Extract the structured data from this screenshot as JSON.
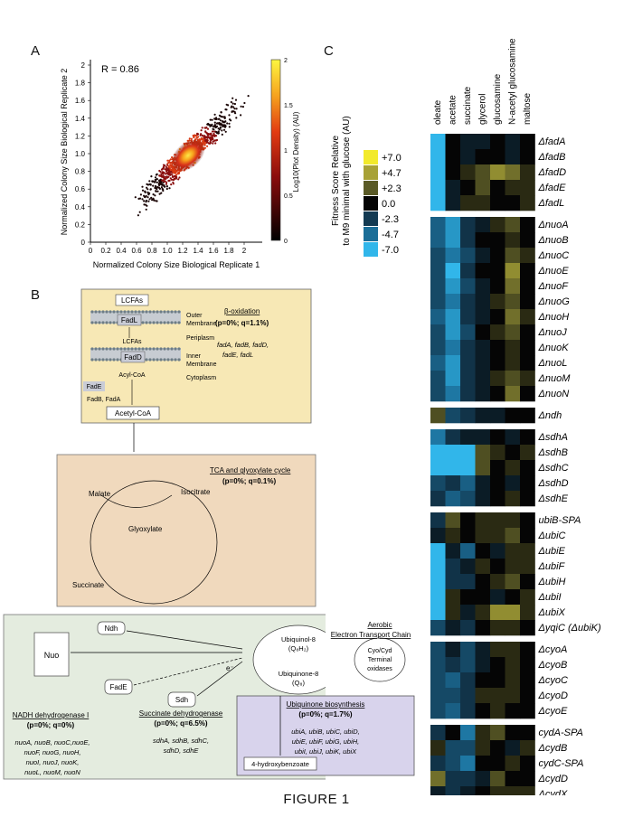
{
  "figure_caption": "FIGURE 1",
  "panel_a": {
    "label": "A",
    "r_text": "R = 0.86",
    "xlabel": "Normalized Colony Size Biological Replicate 1",
    "ylabel": "Normalized Colony Size Biological Replicate 2",
    "colorbar_label": "Log10(Plot Density) (AU)",
    "xticks": [
      "0",
      "0.2",
      "0.4",
      "0.6",
      "0.8",
      "1.0",
      "1.2",
      "1.4",
      "1.6",
      "1.8",
      "2"
    ],
    "yticks": [
      "0",
      "0.2",
      "0.4",
      "0.6",
      "0.8",
      "1.0",
      "1.2",
      "1.4",
      "1.6",
      "1.8",
      "2"
    ],
    "cbar_ticks": [
      "0",
      "0.5",
      "1",
      "1.5",
      "2"
    ]
  },
  "panel_b": {
    "label": "B",
    "beta": {
      "lcfas_top": "LCFAs",
      "outer_membrane": "Outer\nMembrane",
      "fadl": "FadL",
      "periplasm": "Periplasm",
      "lcfas_mid": "LCFAs",
      "fadd": "FadD",
      "inner_membrane": "Inner\nMembrane",
      "acylcoa": "Acyl-CoA",
      "cytoplasm": "Cytoplasm",
      "fade": "FadE",
      "fadb_fada": "FadB, FadA",
      "acetylcoa": "Acetyl-CoA",
      "title": "β-oxidation",
      "stats": "(p=0%; q=1.1%)",
      "genes1": "fadA, fadB, fadD,",
      "genes2": "fadE, fadL"
    },
    "tca": {
      "title": "TCA and glyoxylate cycle",
      "stats": "(p=0%; q=0.1%)",
      "malate": "Malate",
      "isocitrate": "Isocitrate",
      "glyoxylate": "Glyoxylate",
      "succinate": "Succinate"
    },
    "etc": {
      "nuo": "Nuo",
      "ndh": "Ndh",
      "fade": "FadE",
      "sdh": "Sdh",
      "eminus1": "e⁻",
      "eminus2": "e⁻",
      "ubiquinol": "Ubiquinol-8",
      "qh2": "(Q₈H₂)",
      "ubiquinone": "Ubiquinone-8",
      "q8": "(Q₈)",
      "terminal1": "Cyo/Cyd",
      "terminal2": "Terminal",
      "terminal3": "oxidases",
      "aerobic1": "Aerobic",
      "aerobic2": "Electron Transport Chain",
      "nadh_title": "NADH dehydrogenase I",
      "nadh_stats": "(p=0%; q=0%)",
      "nadh_genes1": "nuoA, nuoB, nuoC,nuoE,",
      "nadh_genes2": "nuoF, nuoG, nuoH,",
      "nadh_genes3": "nuoI, nuoJ, nuoK,",
      "nadh_genes4": "nuoL, nuoM, nuoN",
      "sdh_title": "Succinate dehydrogenase",
      "sdh_stats": "(p=0%; q=6.5%)",
      "sdh_genes1": "sdhA, sdhB, sdhC,",
      "sdh_genes2": "sdhD, sdhE",
      "ubi_title": "Ubiquinone biosynthesis",
      "ubi_stats": "(p=0%; q=1.7%)",
      "ubi_genes1": "ubiA, ubiB, ubiC, ubiD,",
      "ubi_genes2": "ubiE, ubiF, ubiG, ubiH,",
      "ubi_genes3": "ubiI, ubiJ, ubiK, ubiX",
      "hydroxy": "4-hydroxybenzoate"
    }
  },
  "panel_c": {
    "label": "C",
    "legend_title": "Fitness Score Relative\nto M9 minimal with glucose (AU)",
    "legend_items": [
      {
        "label": "+7.0",
        "color": "#f2ea2c"
      },
      {
        "label": "+4.7",
        "color": "#a8a236"
      },
      {
        "label": "+2.3",
        "color": "#5a5a26"
      },
      {
        "label": "0.0",
        "color": "#050505"
      },
      {
        "label": "-2.3",
        "color": "#133a52"
      },
      {
        "label": "-4.7",
        "color": "#1b6e98"
      },
      {
        "label": "-7.0",
        "color": "#31b6ea"
      }
    ],
    "conditions": [
      "oleate",
      "acetate",
      "succinate",
      "glycerol",
      "glucosamine",
      "N-acetyl glucosamine",
      "maltose"
    ],
    "groups": [
      {
        "rows": [
          {
            "gene": "ΔfadA",
            "v": [
              -7,
              0,
              -1,
              -1,
              0,
              -1,
              0
            ]
          },
          {
            "gene": "ΔfadB",
            "v": [
              -7,
              0,
              -1,
              0,
              0,
              -1,
              0
            ]
          },
          {
            "gene": "ΔfadD",
            "v": [
              -7,
              0,
              1,
              2,
              4,
              3,
              1
            ]
          },
          {
            "gene": "ΔfadE",
            "v": [
              -7,
              -1,
              0,
              2,
              0,
              1,
              1
            ]
          },
          {
            "gene": "ΔfadL",
            "v": [
              -7,
              -1,
              1,
              1,
              0,
              0,
              1
            ]
          }
        ]
      },
      {
        "rows": [
          {
            "gene": "ΔnuoA",
            "v": [
              -4,
              -6,
              -2,
              -1,
              1,
              2,
              0
            ]
          },
          {
            "gene": "ΔnuoB",
            "v": [
              -4,
              -6,
              -2,
              0,
              0,
              1,
              0
            ]
          },
          {
            "gene": "ΔnuoC",
            "v": [
              -3,
              -5,
              -3,
              -1,
              0,
              2,
              1
            ]
          },
          {
            "gene": "ΔnuoE",
            "v": [
              -3,
              -7,
              -2,
              0,
              0,
              4,
              0
            ]
          },
          {
            "gene": "ΔnuoF",
            "v": [
              -3,
              -6,
              -3,
              -1,
              0,
              3,
              0
            ]
          },
          {
            "gene": "ΔnuoG",
            "v": [
              -3,
              -5,
              -2,
              -1,
              1,
              2,
              0
            ]
          },
          {
            "gene": "ΔnuoH",
            "v": [
              -4,
              -6,
              -2,
              -1,
              0,
              3,
              1
            ]
          },
          {
            "gene": "ΔnuoJ",
            "v": [
              -3,
              -6,
              -3,
              0,
              1,
              2,
              0
            ]
          },
          {
            "gene": "ΔnuoK",
            "v": [
              -3,
              -5,
              -2,
              -1,
              0,
              1,
              0
            ]
          },
          {
            "gene": "ΔnuoL",
            "v": [
              -4,
              -6,
              -2,
              -1,
              0,
              1,
              0
            ]
          },
          {
            "gene": "ΔnuoM",
            "v": [
              -3,
              -6,
              -2,
              -1,
              1,
              2,
              1
            ]
          },
          {
            "gene": "ΔnuoN",
            "v": [
              -3,
              -5,
              -2,
              -1,
              0,
              3,
              0
            ]
          }
        ]
      },
      {
        "rows": [
          {
            "gene": "Δndh",
            "v": [
              2,
              -3,
              -2,
              -1,
              -1,
              0,
              0
            ]
          }
        ]
      },
      {
        "rows": [
          {
            "gene": "ΔsdhA",
            "v": [
              -5,
              -2,
              -1,
              -1,
              0,
              -1,
              0
            ]
          },
          {
            "gene": "ΔsdhB",
            "v": [
              -7,
              -7,
              -7,
              2,
              1,
              0,
              1
            ]
          },
          {
            "gene": "ΔsdhC",
            "v": [
              -7,
              -7,
              -7,
              2,
              0,
              1,
              0
            ]
          },
          {
            "gene": "ΔsdhD",
            "v": [
              -3,
              -2,
              -4,
              -1,
              0,
              -1,
              0
            ]
          },
          {
            "gene": "ΔsdhE",
            "v": [
              -2,
              -4,
              -3,
              -1,
              0,
              1,
              0
            ]
          }
        ]
      },
      {
        "rows": [
          {
            "gene": "ubiB-SPA",
            "v": [
              -2,
              2,
              0,
              1,
              1,
              1,
              0
            ]
          },
          {
            "gene": "ΔubiC",
            "v": [
              -1,
              1,
              0,
              1,
              1,
              2,
              0
            ]
          },
          {
            "gene": "ΔubiE",
            "v": [
              -7,
              -1,
              -4,
              0,
              -1,
              1,
              1
            ]
          },
          {
            "gene": "ΔubiF",
            "v": [
              -7,
              -2,
              -1,
              1,
              0,
              1,
              1
            ]
          },
          {
            "gene": "ΔubiH",
            "v": [
              -7,
              -2,
              -2,
              0,
              1,
              2,
              0
            ]
          },
          {
            "gene": "ΔubiI",
            "v": [
              -7,
              1,
              0,
              0,
              -1,
              0,
              1
            ]
          },
          {
            "gene": "ΔubiX",
            "v": [
              -7,
              1,
              -1,
              1,
              4,
              4,
              1
            ]
          },
          {
            "gene": "ΔyqiC (ΔubiK)",
            "v": [
              -3,
              -1,
              -2,
              0,
              1,
              1,
              0
            ]
          }
        ]
      },
      {
        "rows": [
          {
            "gene": "ΔcyoA",
            "v": [
              -3,
              -1,
              -3,
              -1,
              1,
              1,
              0
            ]
          },
          {
            "gene": "ΔcyoB",
            "v": [
              -3,
              -2,
              -3,
              -1,
              0,
              1,
              0
            ]
          },
          {
            "gene": "ΔcyoC",
            "v": [
              -3,
              -4,
              -2,
              0,
              0,
              1,
              0
            ]
          },
          {
            "gene": "ΔcyoD",
            "v": [
              -3,
              -3,
              -2,
              1,
              1,
              1,
              0
            ]
          },
          {
            "gene": "ΔcyoE",
            "v": [
              -3,
              -4,
              -2,
              0,
              1,
              0,
              0
            ]
          }
        ]
      },
      {
        "rows": [
          {
            "gene": "cydA-SPA",
            "v": [
              -2,
              0,
              -5,
              1,
              2,
              0,
              0
            ]
          },
          {
            "gene": "ΔcydB",
            "v": [
              1,
              -3,
              -3,
              1,
              0,
              -1,
              1
            ]
          },
          {
            "gene": "cydC-SPA",
            "v": [
              -2,
              -3,
              -5,
              0,
              0,
              1,
              0
            ]
          },
          {
            "gene": "ΔcydD",
            "v": [
              3,
              -2,
              -2,
              -1,
              2,
              0,
              0
            ]
          },
          {
            "gene": "ΔcydX",
            "v": [
              -1,
              -2,
              -1,
              0,
              1,
              1,
              1
            ]
          }
        ]
      }
    ]
  }
}
